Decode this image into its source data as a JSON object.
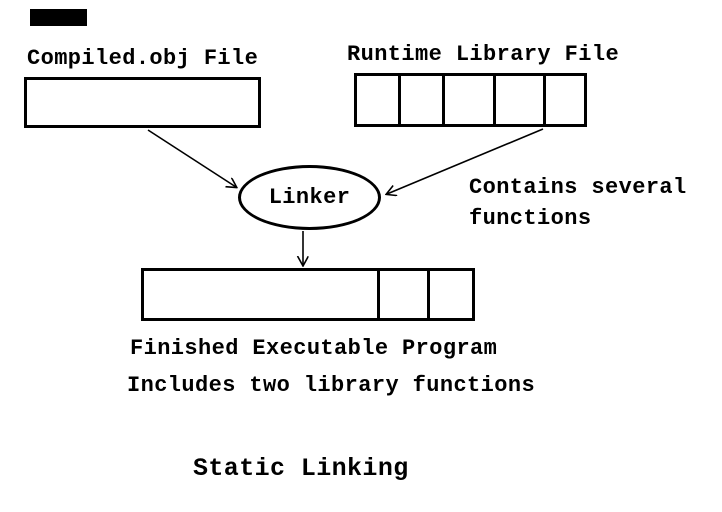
{
  "page": {
    "background_color": "#ffffff",
    "ink_color": "#000000",
    "title": "Static Linking"
  },
  "diagram": {
    "nodes": {
      "compiled": {
        "label": "Compiled.obj File",
        "segments": 1
      },
      "runtime": {
        "label": "Runtime Library File",
        "segments": 5
      },
      "linker": {
        "label": "Linker"
      },
      "output": {
        "segments": 3,
        "caption_line1": "Finished Executable Program",
        "caption_line2": "Includes two library functions"
      }
    },
    "annotation": {
      "line1": "Contains several",
      "line2": "functions"
    },
    "arrows": [
      {
        "name": "compiled-to-linker"
      },
      {
        "name": "runtime-to-linker"
      },
      {
        "name": "linker-to-output"
      }
    ]
  }
}
